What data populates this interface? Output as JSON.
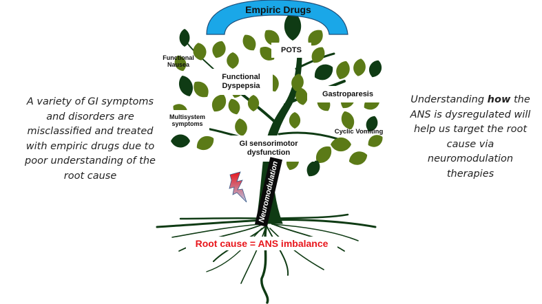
{
  "colors": {
    "arc_blue": "#1aa7e8",
    "arc_outline": "#1f4e79",
    "leaf_olive": "#5b7a17",
    "leaf_dark": "#0f3b14",
    "trunk": "#0f3b14",
    "root_text": "#e8151b",
    "lightning_top": "#e8151b",
    "lightning_bottom": "#b9c8e6"
  },
  "arc": {
    "label": "Empiric Drugs"
  },
  "tree_labels": {
    "functional_nausea": "Functional Nausea",
    "functional_dyspepsia": "Functional Dyspepsia",
    "pots": "POTS",
    "gastroparesis": "Gastroparesis",
    "multisystem": "Multisystem symptoms",
    "cyclic_vomiting": "Cyclic Vomiting",
    "gi_sensorimotor": "GI sensorimotor dysfunction"
  },
  "neuromodulation_label": "Neuromodulation",
  "root_label": "Root cause = ANS imbalance",
  "left_text": "A variety of GI symptoms and disorders are misclassified and treated with empiric drugs due to poor understanding of the root cause",
  "right_text": {
    "part1": "Understanding ",
    "emph": "how",
    "part2": " the ANS is dysregulated will help us target the root cause via neuromodulation therapies"
  },
  "icons": {
    "lightning": "lightning-bolt-icon"
  }
}
